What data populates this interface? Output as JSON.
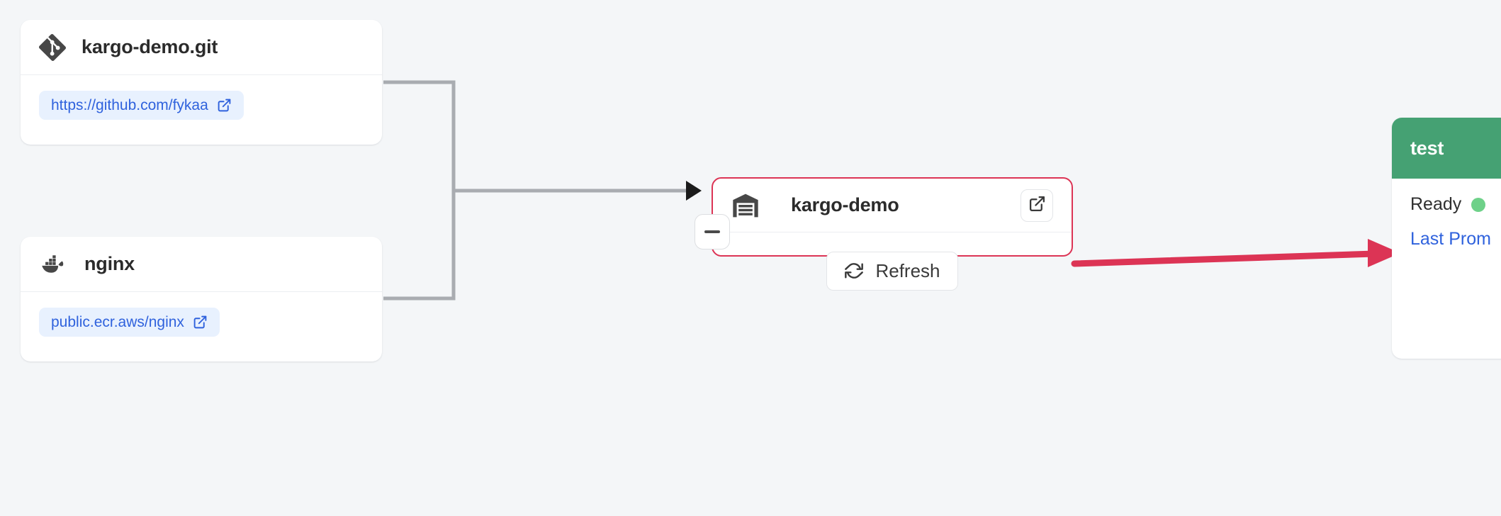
{
  "canvas": {
    "background_color": "#f4f6f8",
    "selected_node_color": "#dc3455",
    "edge_color": "#a9acb1",
    "promotion_edge_color": "#dc3455"
  },
  "nodes": {
    "git_repo": {
      "icon": "git-icon",
      "title": "kargo-demo.git",
      "url": "https://github.com/fykaa",
      "url_icon": "external-link-icon"
    },
    "image_repo": {
      "icon": "docker-icon",
      "title": "nginx",
      "url": "public.ecr.aws/nginx",
      "url_icon": "external-link-icon"
    },
    "warehouse": {
      "icon": "warehouse-icon",
      "title": "kargo-demo",
      "open_label": "external-link-icon",
      "collapse_label": "minus-icon",
      "refresh_label": "Refresh",
      "refresh_icon": "refresh-icon"
    },
    "stage": {
      "name": "test",
      "header_color": "#45a173",
      "health_label": "Ready",
      "health_color": "#6ed189",
      "last_promotion_label": "Last Prom"
    }
  }
}
